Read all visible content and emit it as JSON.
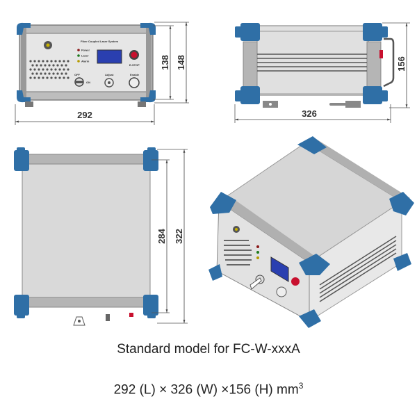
{
  "front_view": {
    "panel_title": "Fiber Coupled Laser System",
    "indicators": [
      "Power",
      "Laser",
      "Alarm"
    ],
    "estop_label": "E-STOP",
    "key_off_label": "OFF",
    "key_on_label": "ON",
    "adjust_label": "Adjust",
    "enable_label": "Enable",
    "width_dim": "292",
    "inner_height_dim": "138",
    "outer_height_dim": "148"
  },
  "side_view": {
    "width_dim": "326",
    "height_dim": "156"
  },
  "top_view": {
    "inner_depth_dim": "284",
    "outer_depth_dim": "322"
  },
  "caption": {
    "model": "Standard model for FC-W-xxxA",
    "dimensions": "292 (L) × 326 (W) ×156 (H) mm",
    "dimensions_exponent": "3"
  },
  "colors": {
    "corner_blue": "#2f6fa6",
    "frame_gray": "#b9b9b9",
    "panel_gray": "#e3e3e3",
    "display_blue": "#2a3fb0",
    "estop_red": "#c8102e"
  }
}
